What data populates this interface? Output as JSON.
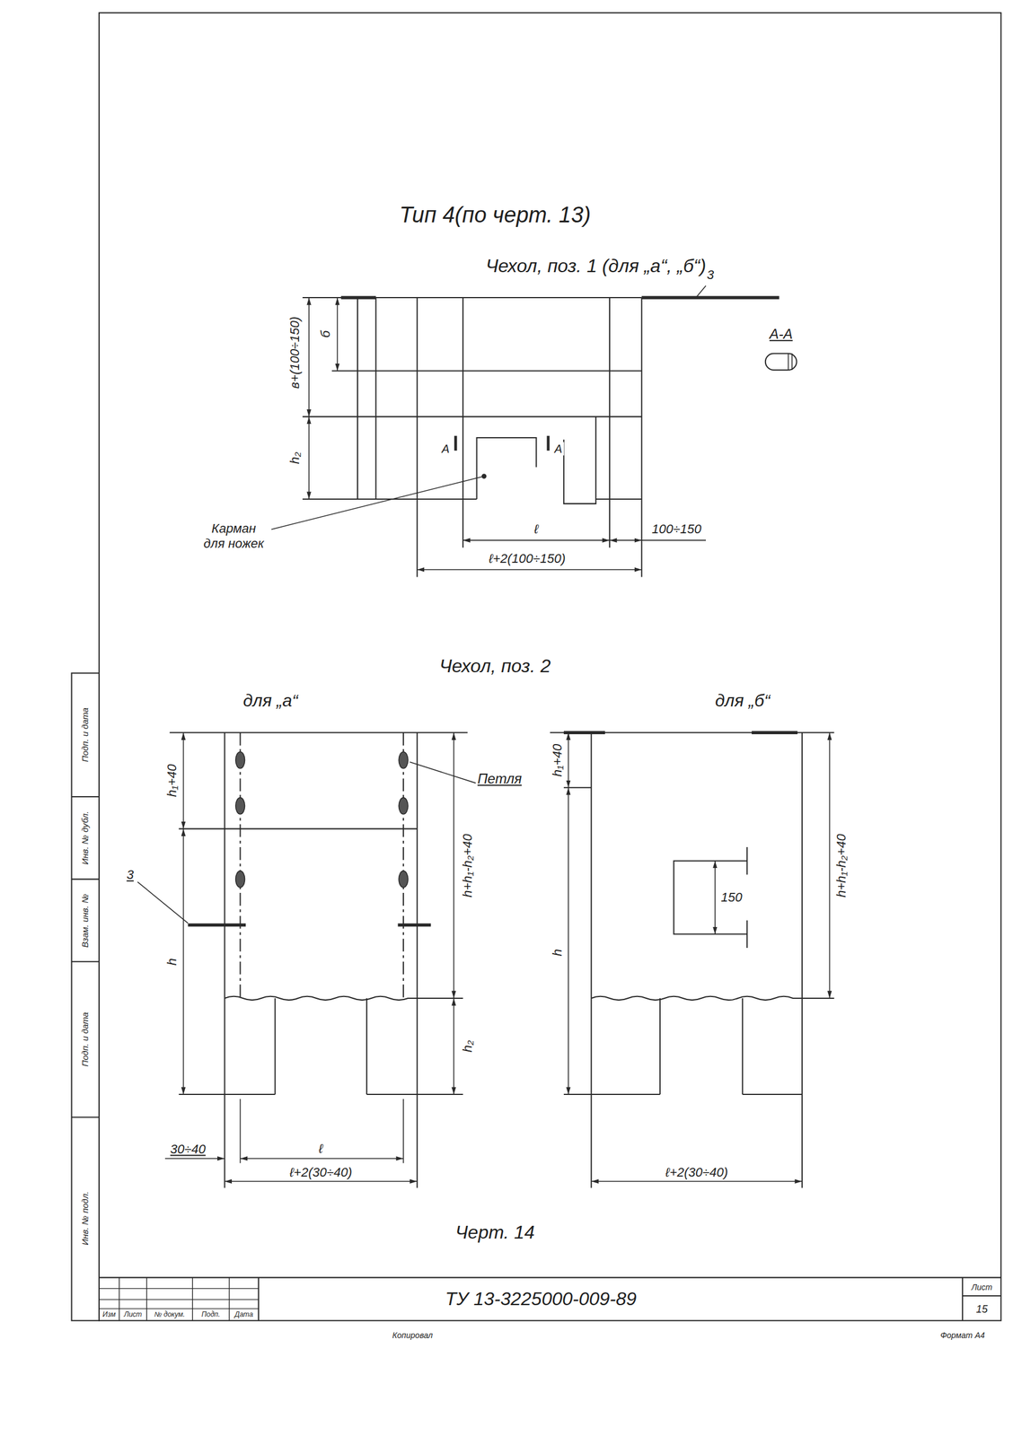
{
  "diagram": {
    "title": "Тип 4(по черт. 13)",
    "caption": "Черт. 14",
    "labels": [
      "Чехол, поз. 1 (для „а“, „б“)",
      "3",
      "в+(100÷150)",
      "б",
      "h₂",
      "А",
      "А",
      "А-А",
      "Карман для ножек",
      "ℓ",
      "100÷150",
      "ℓ+2(100÷150)",
      "Чехол, поз. 2",
      "для „а“",
      "для „б“",
      "h₁+40",
      "Петля",
      "3",
      "h+h₁-h₂+40",
      "h",
      "h₂",
      "30÷40",
      "ℓ",
      "ℓ+2(30÷40)",
      "h₁+40",
      "150",
      "h",
      "h+h₁-h₂+40",
      "ℓ+2(30÷40)",
      "ТУ 13-3225000-009-89",
      "Лист",
      "15",
      "Изм",
      "Лист",
      "№ докум.",
      "Подп.",
      "Дата",
      "Копировал",
      "Формат А4",
      "Подп. и дата",
      "Инв. № дубл.",
      "Взам. инв. №",
      "Подп. и дата",
      "Инв. № подл."
    ]
  }
}
